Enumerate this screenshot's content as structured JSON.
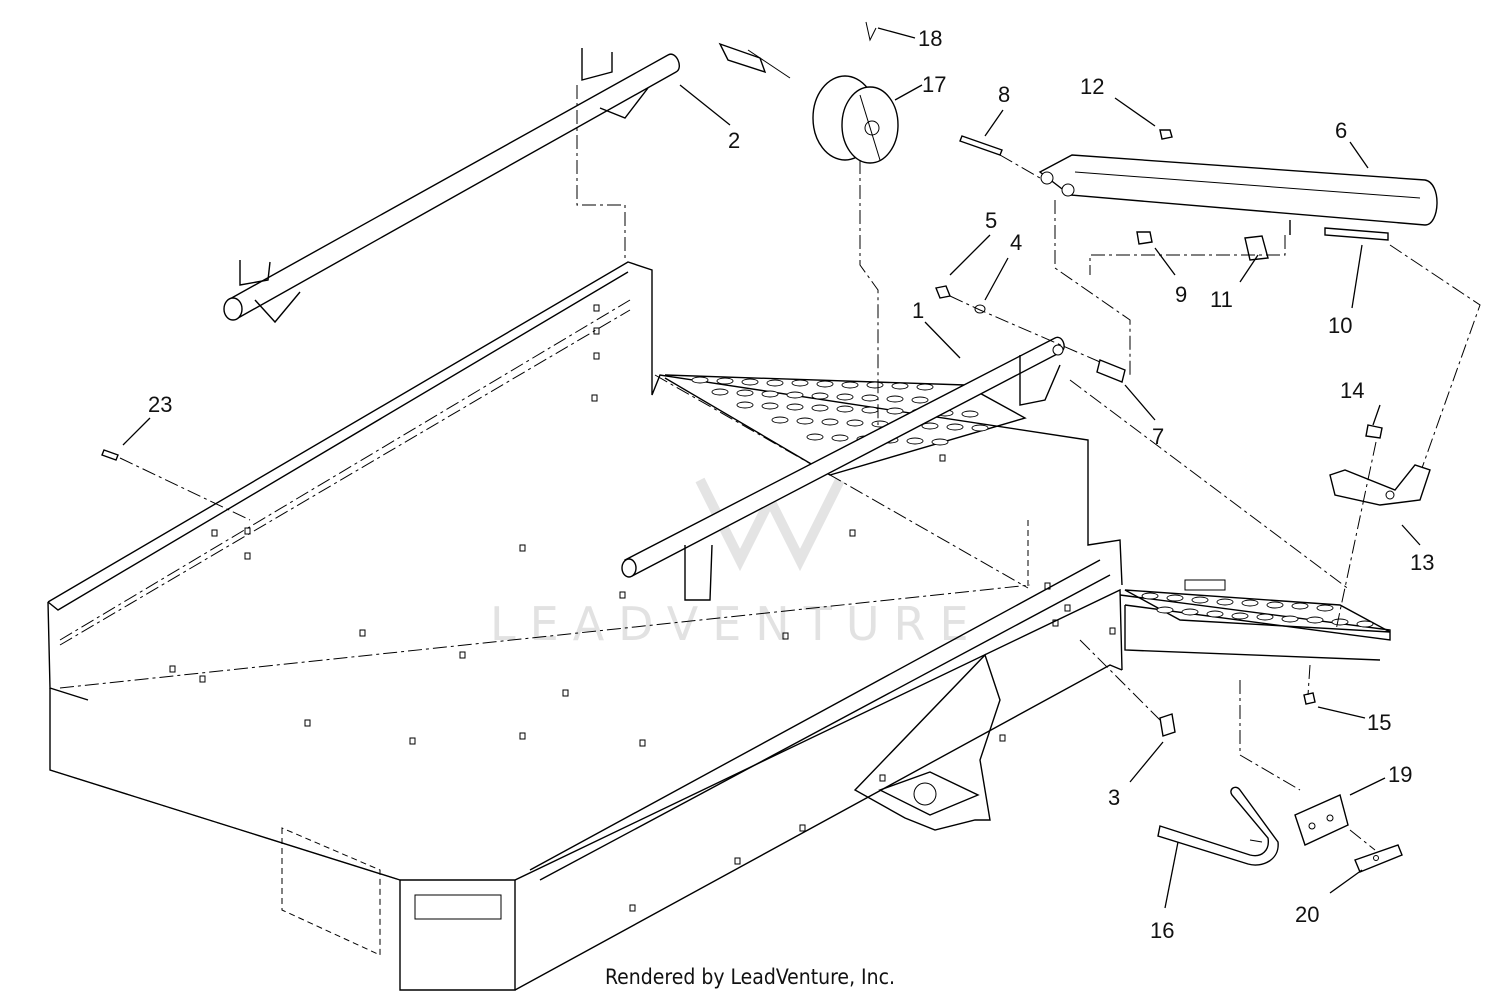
{
  "diagram": {
    "callouts": [
      "1",
      "2",
      "3",
      "4",
      "5",
      "6",
      "7",
      "8",
      "9",
      "10",
      "11",
      "12",
      "13",
      "14",
      "15",
      "16",
      "17",
      "18",
      "19",
      "20",
      "23"
    ],
    "watermark": "LEADVENTURE",
    "credit": "Rendered by LeadVenture, Inc."
  }
}
